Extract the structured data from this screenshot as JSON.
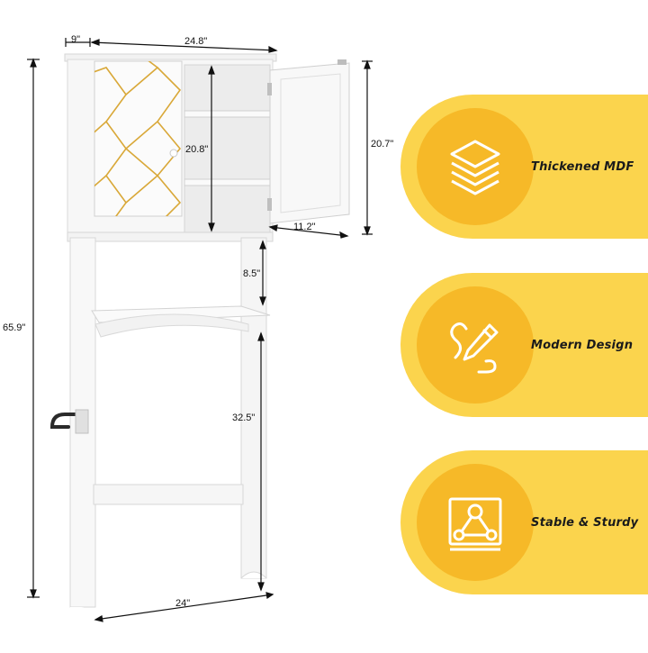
{
  "dimensions": {
    "depth": "9\"",
    "width_top": "24.8\"",
    "total_height": "65.9\"",
    "cabinet_height": "20.8\"",
    "door_height": "20.7\"",
    "door_width": "11.2\"",
    "gap_height": "8.5\"",
    "lower_height": "32.5\"",
    "width_bottom": "24\""
  },
  "features": [
    {
      "label": "Thickened MDF",
      "icon": "layers-icon"
    },
    {
      "label": "Modern Design",
      "icon": "pencil-icon"
    },
    {
      "label": "Stable & Sturdy",
      "icon": "triangle-network-icon"
    }
  ],
  "colors": {
    "accent_light": "#fbd44d",
    "accent_dark": "#f6b928",
    "gold_pattern": "#d9a838",
    "cabinet_white": "#f7f7f7"
  }
}
